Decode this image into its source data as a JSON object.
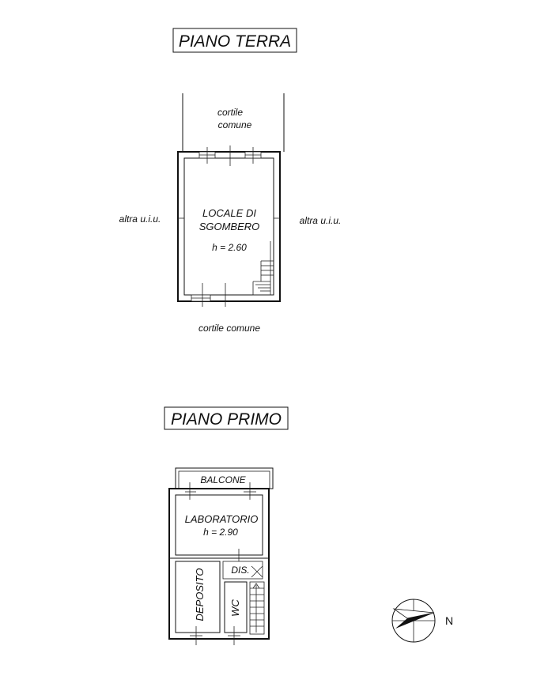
{
  "ground_floor": {
    "title": "PIANO TERRA",
    "courtyard_top_line1": "cortile",
    "courtyard_top_line2": "comune",
    "left_neighbor": "altra u.i.u.",
    "right_neighbor": "altra u.i.u.",
    "room_line1": "LOCALE DI",
    "room_line2": "SGOMBERO",
    "room_height": "h = 2.60",
    "courtyard_bottom": "cortile comune"
  },
  "first_floor": {
    "title": "PIANO PRIMO",
    "balcony": "BALCONE",
    "lab": "LABORATORIO",
    "lab_height": "h = 2.90",
    "hall": "DIS.",
    "storage": "DEPOSITO",
    "wc": "WC"
  },
  "compass": {
    "north_label": "N",
    "icon": "north-arrow-icon"
  }
}
